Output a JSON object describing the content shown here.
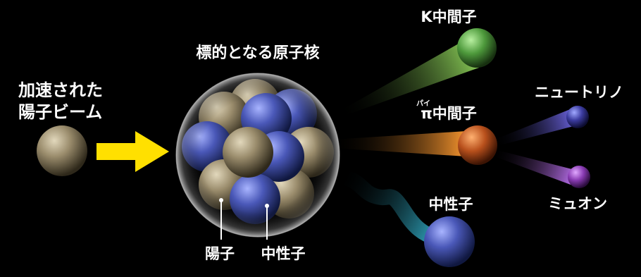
{
  "labels": {
    "beam_line1": "加速された",
    "beam_line2": "陽子ビーム",
    "target": "標的となる原子核",
    "kaon": "K中間子",
    "pion_ruby": "パイ",
    "pion": "π中間子",
    "neutrino": "ニュートリノ",
    "muon": "ミュオン",
    "neutron_out": "中性子",
    "proton": "陽子",
    "neutron_in": "中性子"
  },
  "colors": {
    "background": "#000000",
    "arrow": "#ffe000",
    "proton_ball": "#9a8c6c",
    "neutron_ball": "#4a58a8",
    "kaon_ball": "#4e9a3c",
    "pion_ball": "#b8501c",
    "neutrino_ball": "#3c3ca0",
    "muon_ball": "#8a3cb4",
    "neutron_out_ball": "#3c4cb0"
  }
}
